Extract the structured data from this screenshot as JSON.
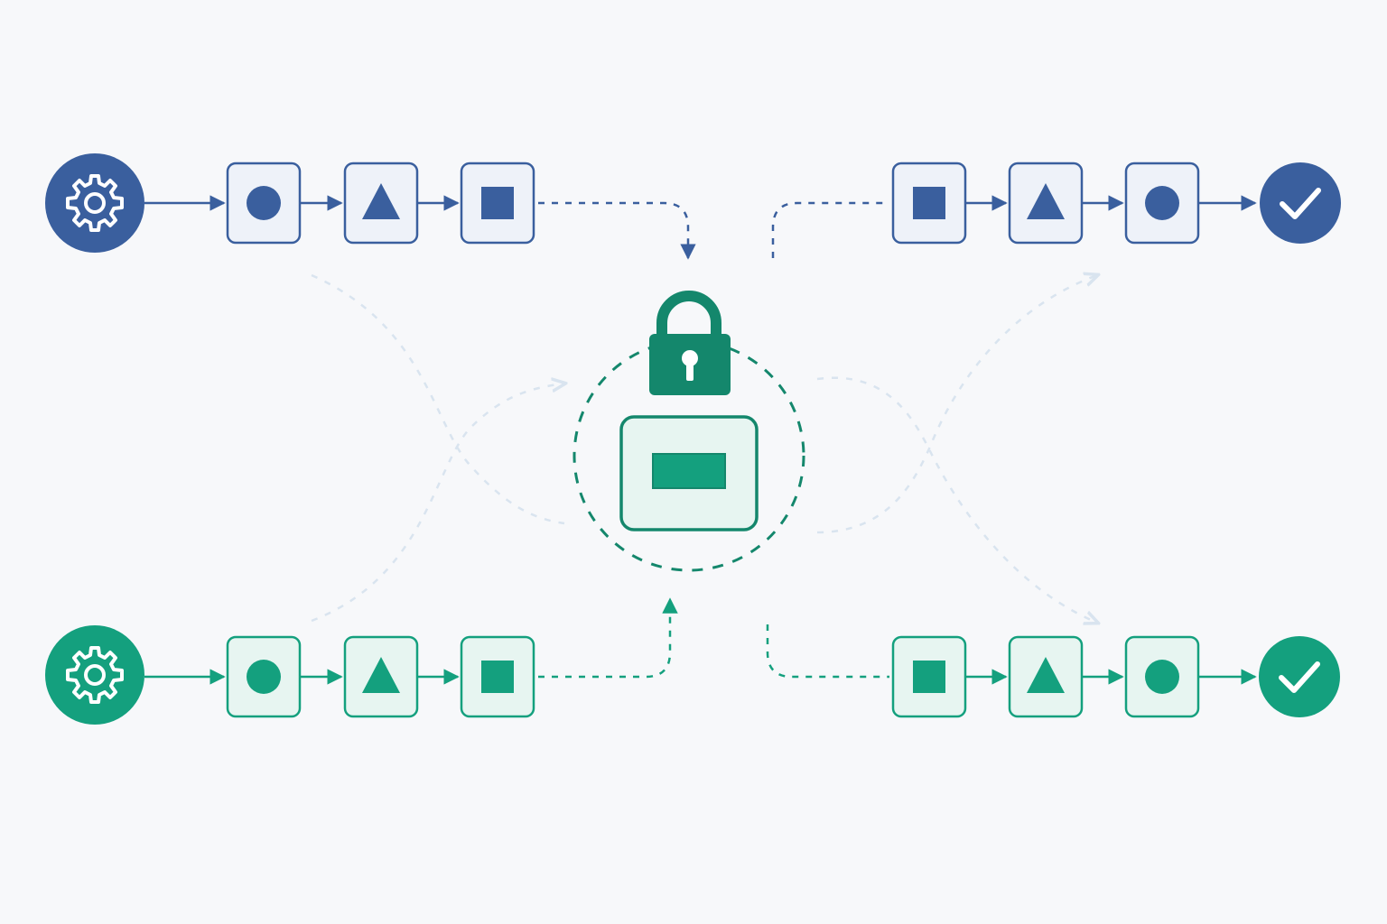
{
  "colors": {
    "background": "#f7f8fa",
    "blue": "#3a5f9e",
    "blue_box_fill": "#eef2f9",
    "green": "#14a07e",
    "green_box_fill": "#e7f5f1",
    "lock_green": "#14876c",
    "ghost_line": "#d9e4ef"
  },
  "pipelines": [
    {
      "id": "top-left",
      "color": "blue",
      "start": "gear-icon",
      "steps": [
        "circle-icon",
        "triangle-icon",
        "square-icon"
      ],
      "direction": "into-lock"
    },
    {
      "id": "top-right",
      "color": "blue",
      "steps": [
        "square-icon",
        "triangle-icon",
        "circle-icon"
      ],
      "end": "checkmark-icon",
      "direction": "out-of-lock"
    },
    {
      "id": "bottom-left",
      "color": "green",
      "start": "gear-icon",
      "steps": [
        "circle-icon",
        "triangle-icon",
        "square-icon"
      ],
      "direction": "into-lock"
    },
    {
      "id": "bottom-right",
      "color": "green",
      "steps": [
        "square-icon",
        "triangle-icon",
        "circle-icon"
      ],
      "end": "checkmark-icon",
      "direction": "out-of-lock"
    }
  ],
  "center": {
    "lock": "padlock-icon",
    "resource": "locked-resource-box",
    "boundary": "dashed-circle"
  }
}
